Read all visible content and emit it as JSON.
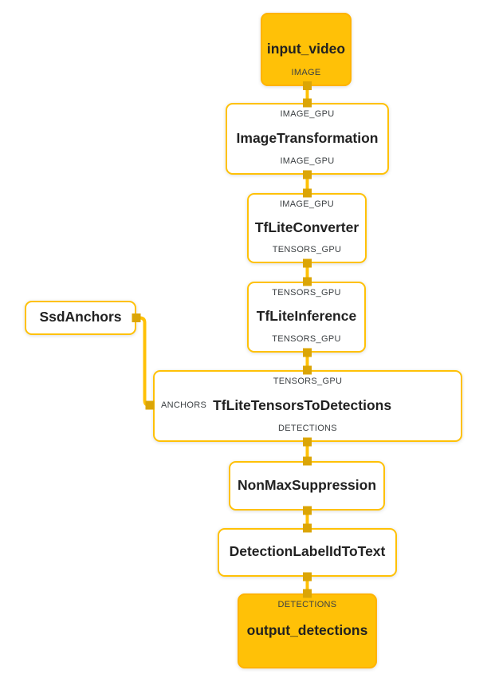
{
  "diagram": {
    "colors": {
      "accent_amber": "#FFC107",
      "io_node_fill": "#FFC107",
      "io_node_border": "#FFB300",
      "calculator_border": "#FFC107",
      "port_square": "#DBA506",
      "edge_line": "#FFC107",
      "title_text": "#212121",
      "stream_label_text": "#3C4043",
      "background": "#FFFFFF"
    },
    "nodes": [
      {
        "id": "input_video",
        "type": "input-stream",
        "title": "input_video",
        "bottom_label": "IMAGE"
      },
      {
        "id": "ImageTransformation",
        "type": "calculator",
        "title": "ImageTransformation",
        "top_label": "IMAGE_GPU",
        "bottom_label": "IMAGE_GPU"
      },
      {
        "id": "TfLiteConverter",
        "type": "calculator",
        "title": "TfLiteConverter",
        "top_label": "IMAGE_GPU",
        "bottom_label": "TENSORS_GPU"
      },
      {
        "id": "TfLiteInference",
        "type": "calculator",
        "title": "TfLiteInference",
        "top_label": "TENSORS_GPU",
        "bottom_label": "TENSORS_GPU"
      },
      {
        "id": "SsdAnchors",
        "type": "calculator",
        "title": "SsdAnchors"
      },
      {
        "id": "TfLiteTensorsToDetections",
        "type": "calculator",
        "title": "TfLiteTensorsToDetections",
        "top_label": "TENSORS_GPU",
        "left_label": "ANCHORS",
        "bottom_label": "DETECTIONS"
      },
      {
        "id": "NonMaxSuppression",
        "type": "calculator",
        "title": "NonMaxSuppression"
      },
      {
        "id": "DetectionLabelIdToText",
        "type": "calculator",
        "title": "DetectionLabelIdToText"
      },
      {
        "id": "output_detections",
        "type": "output-stream",
        "title": "output_detections",
        "top_label": "DETECTIONS"
      }
    ],
    "edges": [
      {
        "from": "input_video",
        "to": "ImageTransformation"
      },
      {
        "from": "ImageTransformation",
        "to": "TfLiteConverter"
      },
      {
        "from": "TfLiteConverter",
        "to": "TfLiteInference"
      },
      {
        "from": "TfLiteInference",
        "to": "TfLiteTensorsToDetections"
      },
      {
        "from": "SsdAnchors",
        "to": "TfLiteTensorsToDetections",
        "to_port": "ANCHORS"
      },
      {
        "from": "TfLiteTensorsToDetections",
        "to": "NonMaxSuppression"
      },
      {
        "from": "NonMaxSuppression",
        "to": "DetectionLabelIdToText"
      },
      {
        "from": "DetectionLabelIdToText",
        "to": "output_detections"
      }
    ]
  }
}
